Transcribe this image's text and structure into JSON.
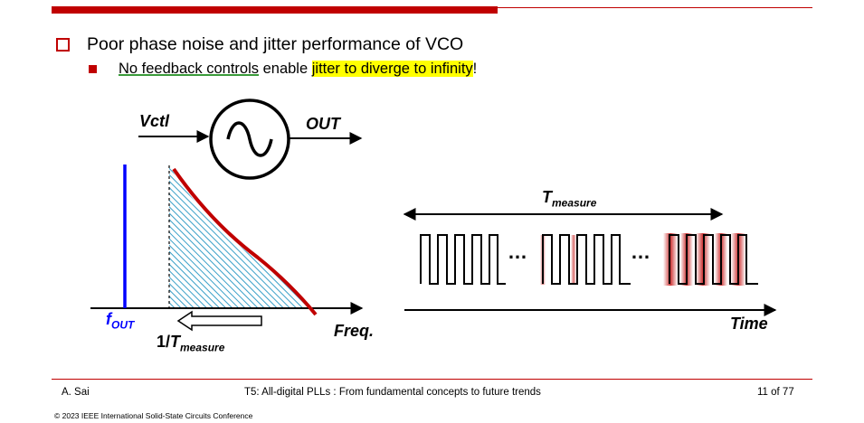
{
  "slide": {
    "bullet1": "Poor phase noise and jitter performance of VCO",
    "bullet2_underlined": "No feedback controls",
    "bullet2_middle": " enable ",
    "bullet2_highlight": "jitter to diverge to infinity",
    "bullet2_end": "!"
  },
  "diagram": {
    "vctl": "Vctl",
    "out": "OUT",
    "f_out_main": "f",
    "f_out_sub": "OUT",
    "inv_t_prefix": "1/",
    "inv_t_main": "T",
    "inv_t_sub": "measure",
    "freq": "Freq.",
    "t_measure_main": "T",
    "t_measure_sub": "measure",
    "dots1": "…",
    "dots2": "…",
    "time": "Time"
  },
  "footer": {
    "author": "A. Sai",
    "title": "T5: All-digital PLLs : From fundamental concepts to future trends",
    "page": "11 of 77",
    "copyright": "© 2023 IEEE International Solid-State Circuits Conference"
  },
  "colors": {
    "accent_red": "#c00000",
    "highlight": "#ffff00",
    "blue_line": "#0000ff",
    "hatch": "#3aa0c8"
  }
}
